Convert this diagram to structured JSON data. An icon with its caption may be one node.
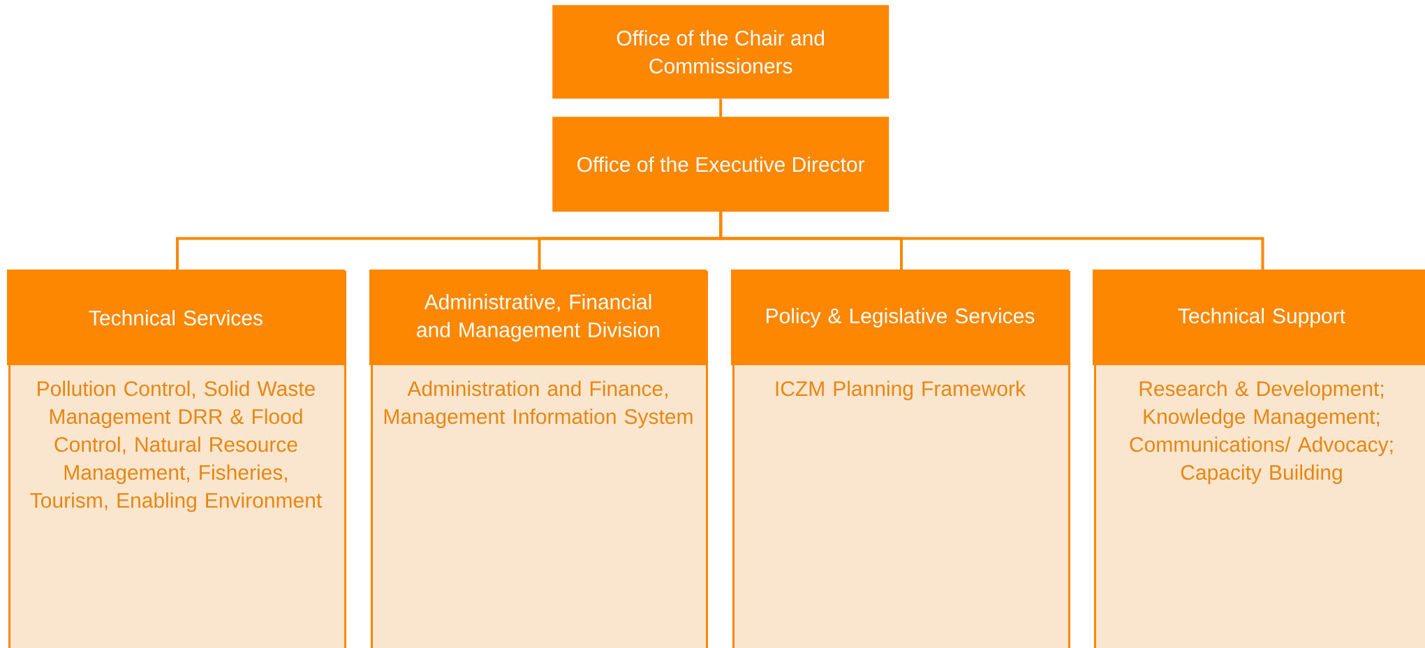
{
  "diagram": {
    "nodes": [
      {
        "text": [
          "Office of the Chair and Commissioners"
        ]
      },
      {
        "text": [
          "Office of the Executive Director"
        ]
      },
      {
        "text": [
          "Technical Services",
          "Pollution Control, Solid Waste Management DRR & Flood Control, Natural Resource Management, Fisheries, Tourism, Enabling Environment"
        ]
      },
      {
        "text": [
          "Administrative, Financial and Management Division",
          "Administration and Finance, Management Information System"
        ]
      },
      {
        "text": [
          "Policy & Legislative Services",
          "ICZM Planning Framework"
        ]
      },
      {
        "text": [
          "Technical Support",
          "Research & Development; Knowledge Management; Communications/ Advocacy; Capacity Building"
        ]
      }
    ],
    "edges": [
      {
        "from": 0,
        "to": 1,
        "arrow": "none"
      },
      {
        "from": 1,
        "to": 2,
        "arrow": "none"
      },
      {
        "from": 1,
        "to": 3,
        "arrow": "none"
      },
      {
        "from": 1,
        "to": 4,
        "arrow": "none"
      },
      {
        "from": 1,
        "to": 5,
        "arrow": "none"
      }
    ]
  }
}
